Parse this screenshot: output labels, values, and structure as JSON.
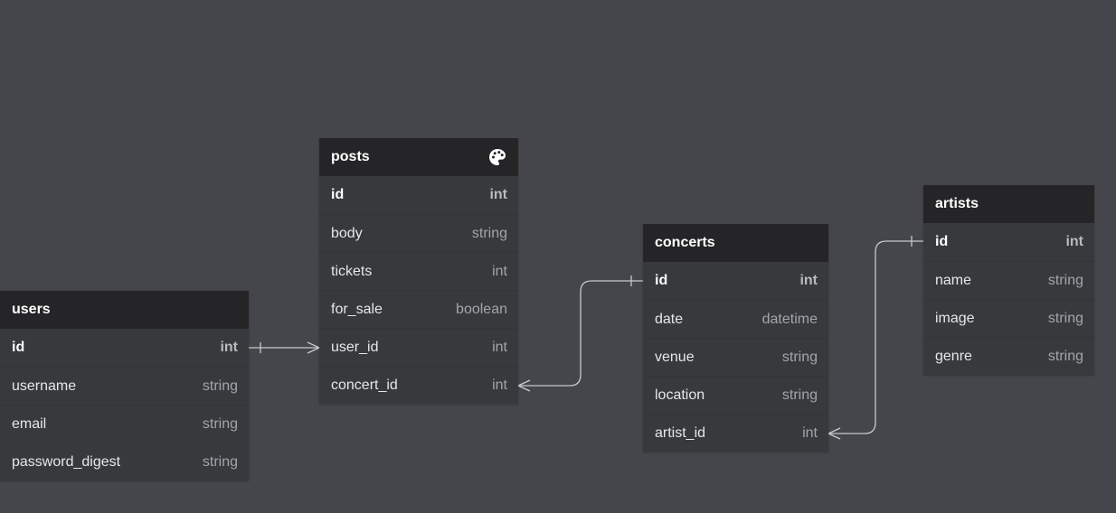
{
  "tables": {
    "users": {
      "title": "users",
      "fields": [
        {
          "name": "id",
          "type": "int"
        },
        {
          "name": "username",
          "type": "string"
        },
        {
          "name": "email",
          "type": "string"
        },
        {
          "name": "password_digest",
          "type": "string"
        }
      ]
    },
    "posts": {
      "title": "posts",
      "fields": [
        {
          "name": "id",
          "type": "int"
        },
        {
          "name": "body",
          "type": "string"
        },
        {
          "name": "tickets",
          "type": "int"
        },
        {
          "name": "for_sale",
          "type": "boolean"
        },
        {
          "name": "user_id",
          "type": "int"
        },
        {
          "name": "concert_id",
          "type": "int"
        }
      ]
    },
    "concerts": {
      "title": "concerts",
      "fields": [
        {
          "name": "id",
          "type": "int"
        },
        {
          "name": "date",
          "type": "datetime"
        },
        {
          "name": "venue",
          "type": "string"
        },
        {
          "name": "location",
          "type": "string"
        },
        {
          "name": "artist_id",
          "type": "int"
        }
      ]
    },
    "artists": {
      "title": "artists",
      "fields": [
        {
          "name": "id",
          "type": "int"
        },
        {
          "name": "name",
          "type": "string"
        },
        {
          "name": "image",
          "type": "string"
        },
        {
          "name": "genre",
          "type": "string"
        }
      ]
    }
  },
  "relationships": [
    {
      "from": "users.id",
      "to": "posts.user_id",
      "cardinality": "one-to-many"
    },
    {
      "from": "concerts.id",
      "to": "posts.concert_id",
      "cardinality": "one-to-many"
    },
    {
      "from": "artists.id",
      "to": "concerts.artist_id",
      "cardinality": "one-to-many"
    }
  ],
  "icons": {
    "posts_header": "palette-icon"
  },
  "colors": {
    "background": "#45464b",
    "table_body": "#38393d",
    "table_header": "#252527",
    "connector": "#c8c9cc"
  }
}
